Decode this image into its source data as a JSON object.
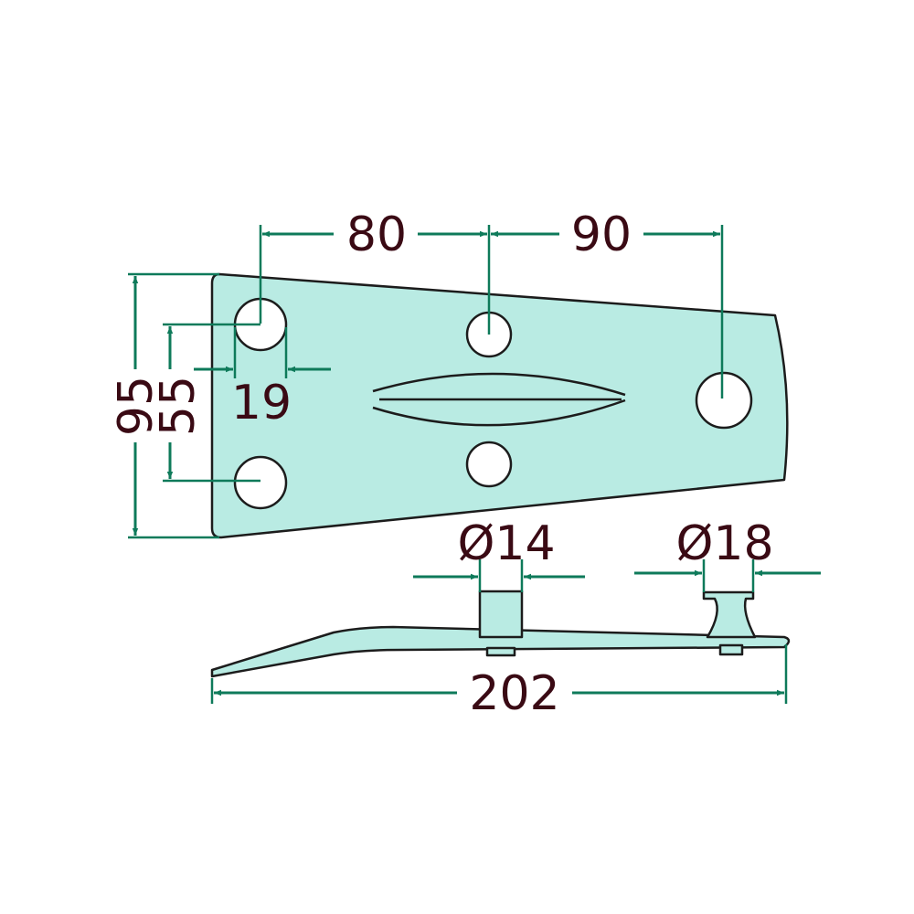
{
  "drawing": {
    "dimensions": {
      "hole_spacing_1": "80",
      "hole_spacing_2": "90",
      "overall_height": "95",
      "hole_pitch_vertical": "55",
      "hole_diameter": "19",
      "stud_diameter_1": "Ø14",
      "stud_diameter_2": "Ø18",
      "overall_length": "202"
    },
    "colors": {
      "part_fill": "#b9ebe3",
      "outline": "#1c1c1c",
      "dimension_lines": "#0e7a5a",
      "dimension_text": "#3a0a14"
    }
  }
}
